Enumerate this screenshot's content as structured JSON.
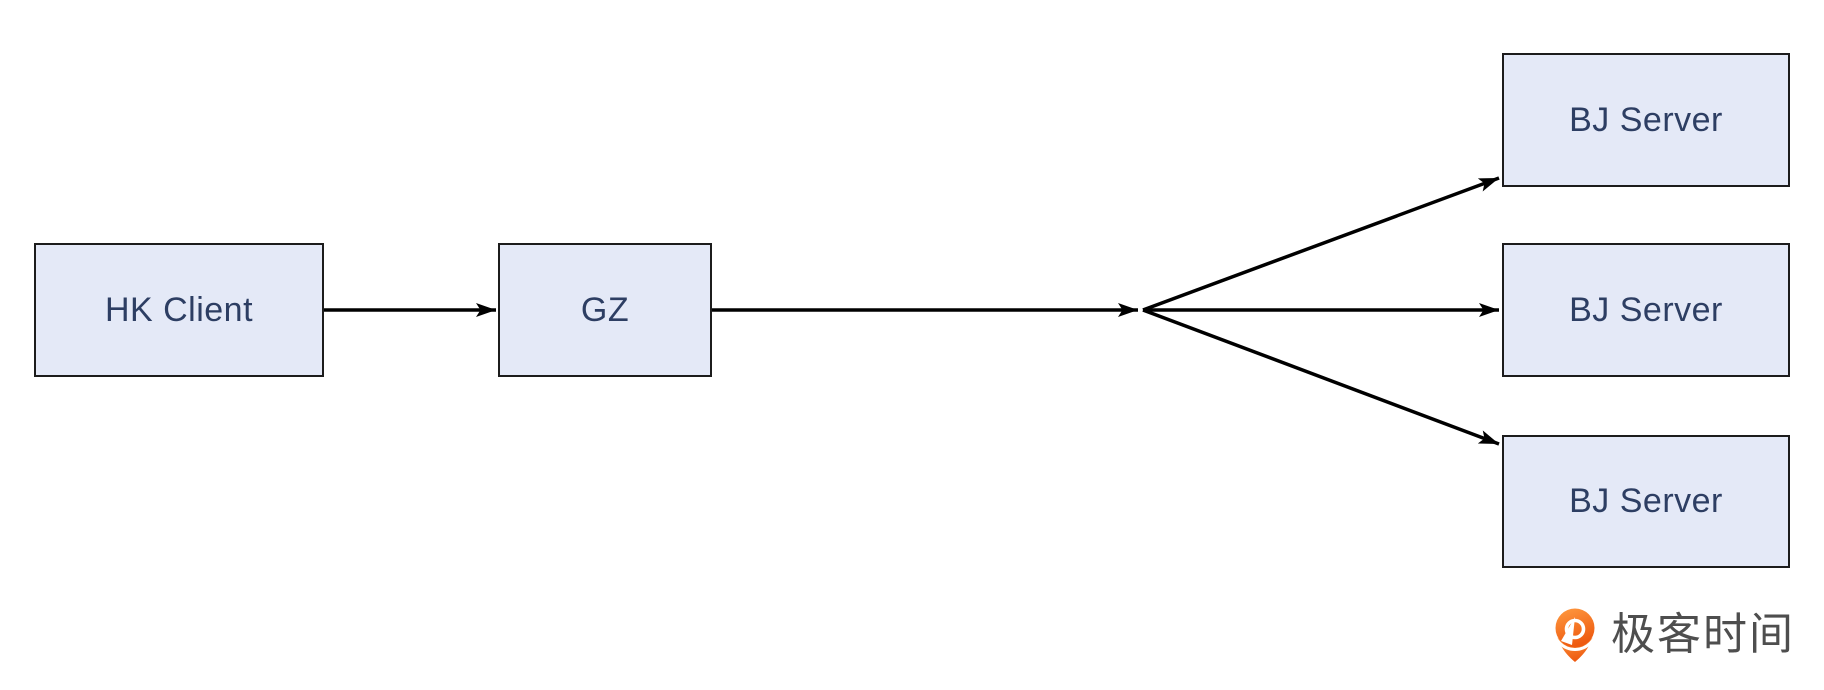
{
  "diagram": {
    "nodes": [
      {
        "id": "hk-client",
        "label": "HK Client"
      },
      {
        "id": "gz",
        "label": "GZ"
      },
      {
        "id": "bj-server-1",
        "label": "BJ Server"
      },
      {
        "id": "bj-server-2",
        "label": "BJ Server"
      },
      {
        "id": "bj-server-3",
        "label": "BJ Server"
      }
    ],
    "edges": [
      {
        "from": "hk-client",
        "to": "gz"
      },
      {
        "from": "gz",
        "to": "fan-out-point"
      },
      {
        "from": "fan-out-point",
        "to": "bj-server-1"
      },
      {
        "from": "fan-out-point",
        "to": "bj-server-2"
      },
      {
        "from": "fan-out-point",
        "to": "bj-server-3"
      }
    ],
    "colors": {
      "node_fill": "#e4e9f7",
      "node_border": "#1c1c1c",
      "node_text": "#2d3e63",
      "arrow": "#000000"
    }
  },
  "branding": {
    "logo_text": "极客时间",
    "logo_icon": "geektime-pin-icon",
    "logo_orange": "#f3610f",
    "logo_text_color": "#4e4e4e"
  }
}
